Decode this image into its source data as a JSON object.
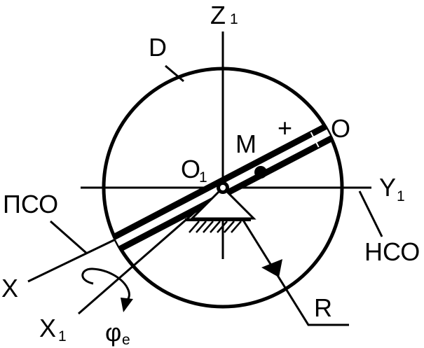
{
  "labels": {
    "z_axis": "Z",
    "z_sub": "1",
    "y_axis": "Y",
    "y_sub": "1",
    "x_axis": "X",
    "x1_axis": "X",
    "x1_sub": "1",
    "circle": "D",
    "point_m": "M",
    "point_o": "O",
    "center": "O",
    "center_sub": "1",
    "plus": "+",
    "pso": "ПСО",
    "nso": "НСО",
    "radius": "R",
    "phi": "φ",
    "phi_sub": "e"
  },
  "colors": {
    "ink": "#000000",
    "background": "#ffffff"
  }
}
